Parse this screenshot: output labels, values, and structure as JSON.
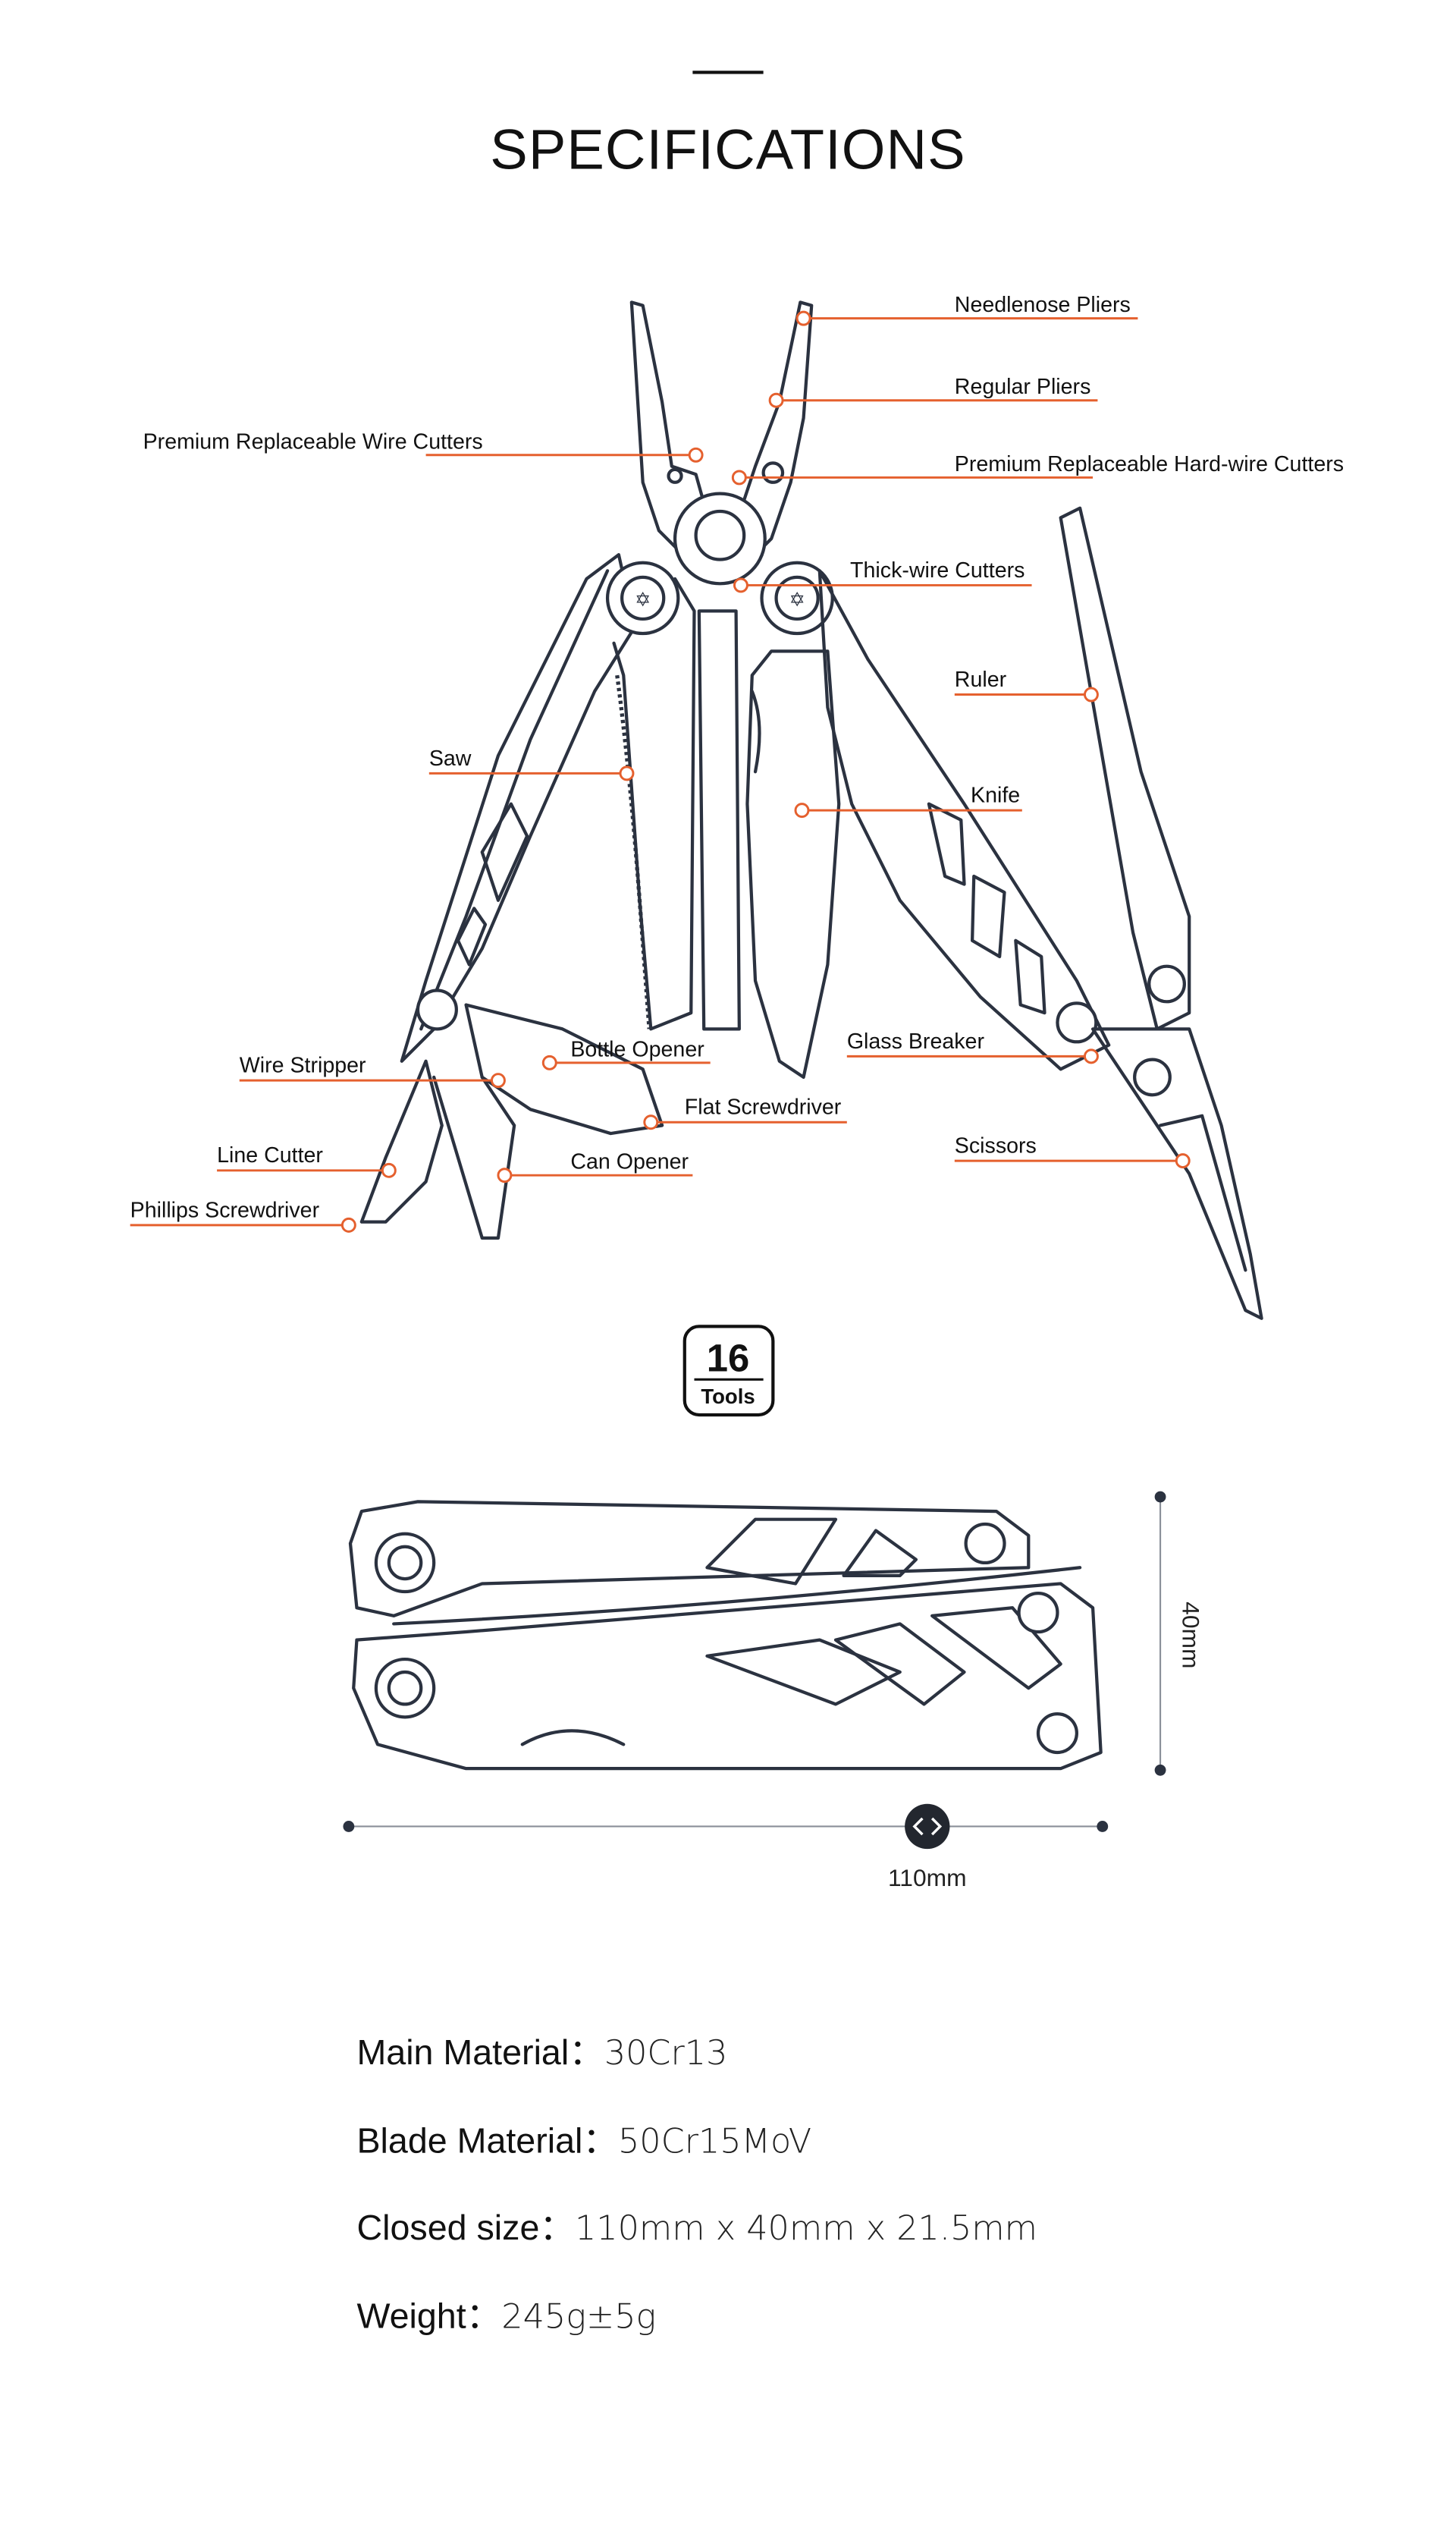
{
  "header": {
    "title": "SPECIFICATIONS"
  },
  "tools": {
    "labels": [
      "Needlenose Pliers",
      "Regular Pliers",
      "Premium Replaceable Wire Cutters",
      "Premium Replaceable Hard-wire Cutters",
      "Thick-wire Cutters",
      "Ruler",
      "Saw",
      "Knife",
      "Glass Breaker",
      "Bottle Opener",
      "Wire Stripper",
      "Flat Screwdriver",
      "Line Cutter",
      "Can Opener",
      "Scissors",
      "Phillips Screwdriver"
    ],
    "count_badge": {
      "number": "16",
      "label": "Tools"
    }
  },
  "dimensions": {
    "height": "40mm",
    "width": "110mm"
  },
  "specs": [
    {
      "label": "Main Material：",
      "value": "30Cr13"
    },
    {
      "label": "Blade Material：",
      "value": "50Cr15MoV"
    },
    {
      "label": "Closed size：",
      "value": "110mm x 40mm x 21.5mm"
    },
    {
      "label": "Weight：",
      "value": "245g±5g"
    }
  ],
  "colors": {
    "accent": "#e5602e",
    "line": "#2b3240",
    "text": "#111111"
  }
}
